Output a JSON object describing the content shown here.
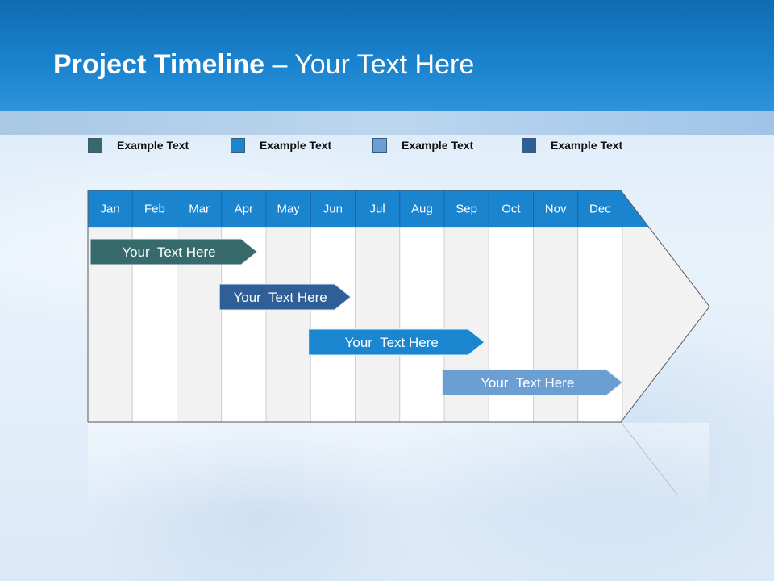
{
  "title": {
    "bold": "Project Timeline",
    "rest": " – Your Text Here"
  },
  "legend": [
    {
      "label": "Example Text",
      "color": "#376b6b"
    },
    {
      "label": "Example Text",
      "color": "#1a86d0"
    },
    {
      "label": "Example Text",
      "color": "#6b9fd3"
    },
    {
      "label": "Example Text",
      "color": "#2f5f96"
    }
  ],
  "timeline": {
    "months": [
      "Jan",
      "Feb",
      "Mar",
      "Apr",
      "May",
      "Jun",
      "Jul",
      "Aug",
      "Sep",
      "Oct",
      "Nov",
      "Dec"
    ],
    "header_color": "#1a84cf",
    "tasks": [
      {
        "label": "Your  Text Here",
        "start": 1,
        "end": 4.8,
        "color": "#376b6b"
      },
      {
        "label": "Your  Text Here",
        "start": 3.9,
        "end": 6.9,
        "color": "#2f5f96"
      },
      {
        "label": "Your  Text Here",
        "start": 5.9,
        "end": 9.9,
        "color": "#1a86d0"
      },
      {
        "label": "Your  Text Here",
        "start": 8.9,
        "end": 13,
        "color": "#6b9fd3"
      }
    ]
  }
}
